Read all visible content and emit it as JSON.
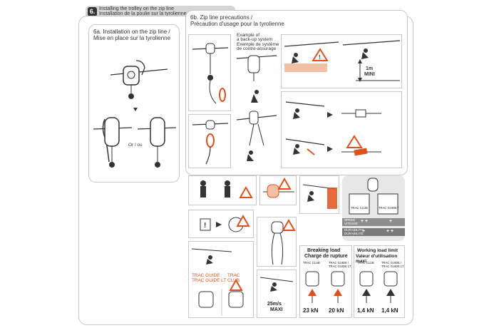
{
  "header": {
    "section_number": "6.",
    "line1": "Installing the trolley on the zip line",
    "line2": "Installation de la poulie sur la tyrolienne"
  },
  "panel_6a": {
    "title_line1": "6a. Installation on the zip line /",
    "title_line2": "Mise en place sur la tyrolienne",
    "or_label": "Or / ou"
  },
  "panel_6b": {
    "title_line1": "6b. Zip line precautions /",
    "title_line2": "Précaution d'usage pour la tyrolienne",
    "backup_en_line1": "Example of",
    "backup_en_line2": "a back-up system",
    "backup_fr_line1": "Exemple de système",
    "backup_fr_line2": "de contre-assurage",
    "min_height_line1": "1m",
    "min_height_line2": "MINI"
  },
  "speed_table": {
    "product1": "TRAC CLUB",
    "product2_line1": "TRAC GUIDE /",
    "product2_line2": "TRAC GUIDE LT",
    "row1_en": "SPEED",
    "row1_fr": "VITESSE",
    "row2_en": "DURABILITY",
    "row2_fr": "DURABILITÉ",
    "row1_val1": "+ +",
    "row1_val2": "+",
    "row2_val1": "+",
    "row2_val2": "+ +"
  },
  "speed_limit": {
    "value": "25m/s",
    "label": "MAXI"
  },
  "comparison": {
    "guide_label": "TRAC GUIDE",
    "guide_label2": "TRAC GUIDE LT",
    "club_label": "TRAC CLUB"
  },
  "breaking_load": {
    "title_en": "Breaking load",
    "title_fr": "Charge de rupture",
    "col1": "TRAC CLUB",
    "col2_line1": "TRAC GUIDE /",
    "col2_line2": "TRAC GUIDE LT",
    "val1": "23 kN",
    "val2": "20 kN"
  },
  "working_load": {
    "title_en": "Working load limit",
    "title_fr": "Valeur d'utilisation maxi",
    "col1": "TRAC CLUB",
    "col2_line1": "TRAC GUIDE /",
    "col2_line2": "TRAC GUIDE LT",
    "val1": "1,4 kN",
    "val2": "1,4 kN"
  },
  "colors": {
    "accent": "#e0501b",
    "frame": "#c8c8c8",
    "dark": "#333333"
  }
}
